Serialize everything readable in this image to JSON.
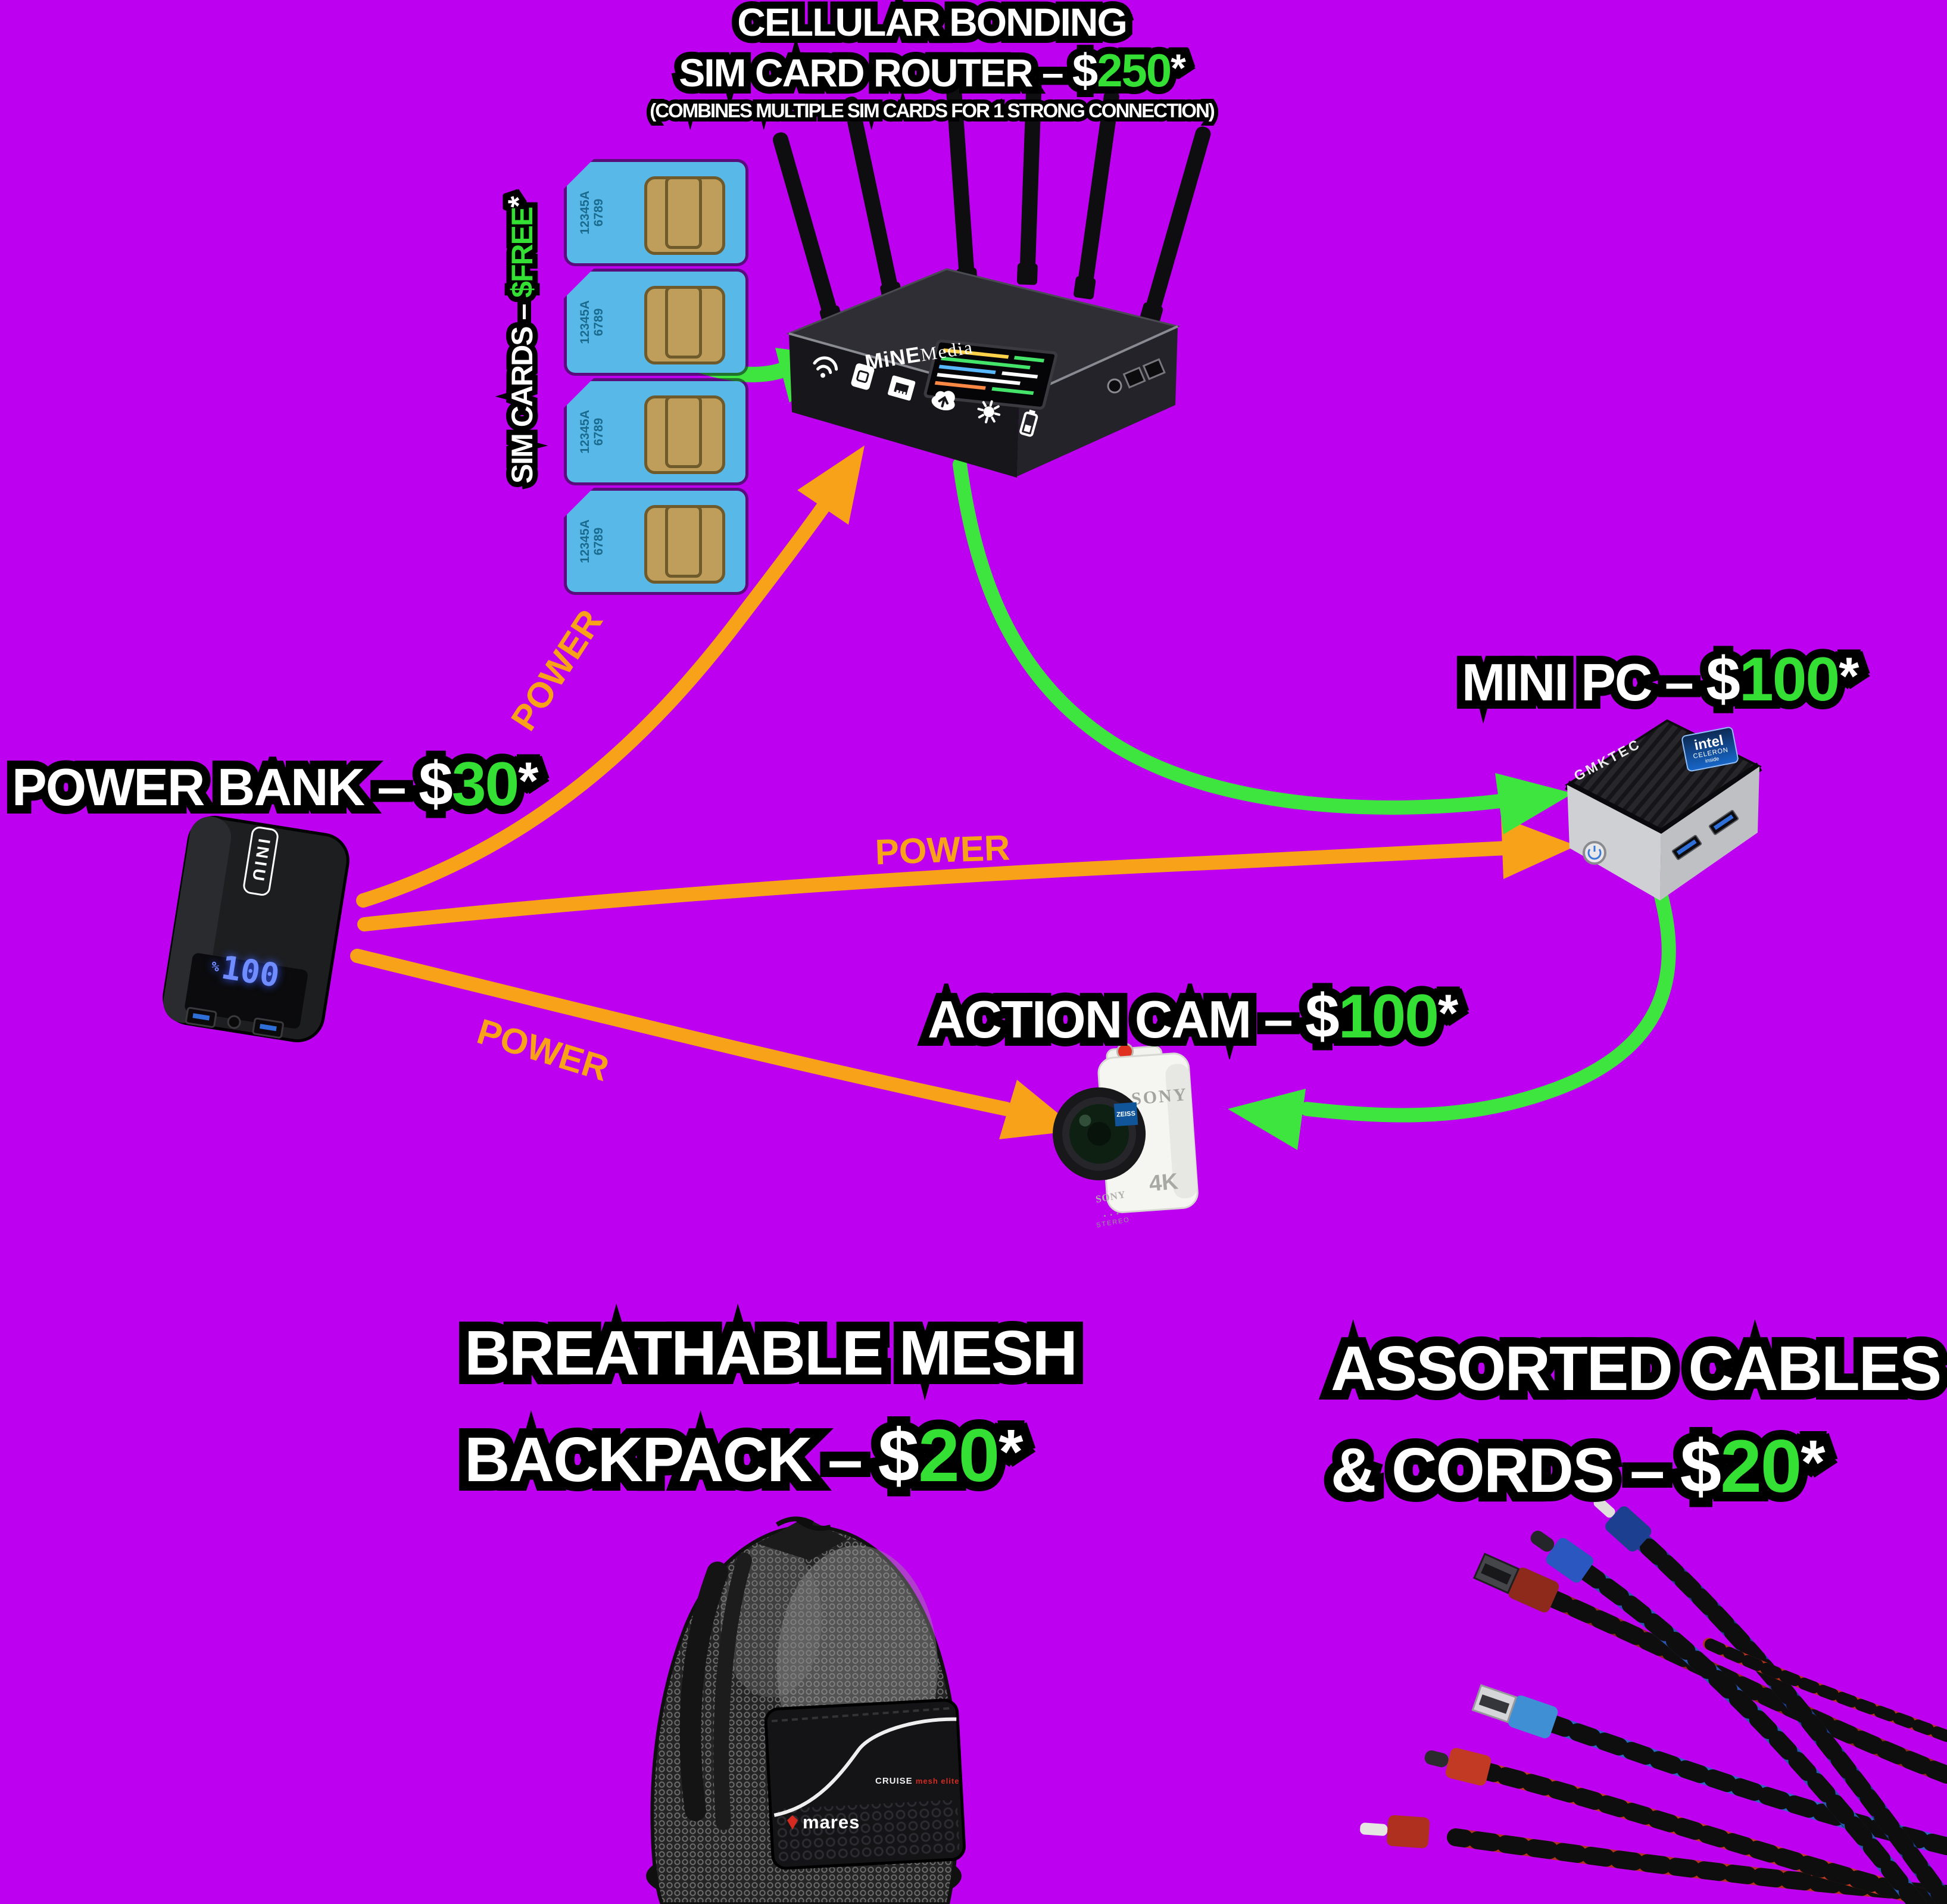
{
  "colors": {
    "background": "#bd00ef",
    "price_green": "#34e034",
    "arrow_green": "#3fe53f",
    "arrow_orange": "#f7a218",
    "sim_blue": "#58b9e9"
  },
  "header": {
    "line1": "CELLULAR BONDING",
    "line2_prefix": "SIM CARD ROUTER – ",
    "currency": "$",
    "price": "250",
    "star": "*",
    "subtitle": "(COMBINES MULTIPLE SIM CARDS FOR 1 STRONG CONNECTION)"
  },
  "router": {
    "brand_bold": "MiNE",
    "brand_rest": "Media"
  },
  "sim": {
    "label_prefix": "SIM CARDS – ",
    "price": "$FREE",
    "star": "*",
    "card_line1": "12345A",
    "card_line2": "6789"
  },
  "power_bank": {
    "label_prefix": "POWER BANK – ",
    "currency": "$",
    "price": "30",
    "star": "*",
    "brand": "INIU",
    "display_unit": "%",
    "display_value": "100"
  },
  "mini_pc": {
    "label_prefix": "MINI PC – ",
    "currency": "$",
    "price": "100",
    "star": "*",
    "brand": "GMKTEC",
    "badge_brand": "intel",
    "badge_cpu": "CELERON",
    "badge_sub": "inside"
  },
  "action_cam": {
    "label_prefix": "ACTION CAM – ",
    "currency": "$",
    "price": "100",
    "star": "*",
    "brand_side": "SONY",
    "resolution": "4K",
    "lens_badge": "ZEISS",
    "brand_front": "SONY",
    "mic_dots": "• • •",
    "mic_label": "STEREO"
  },
  "backpack": {
    "label_line1": "BREATHABLE MESH",
    "label_line2_prefix": "BACKPACK – ",
    "currency": "$",
    "price": "20",
    "star": "*",
    "pocket_brand": "mares",
    "pocket_series": "CRUISE",
    "pocket_series_accent": "mesh elite"
  },
  "cables": {
    "label_line1": "ASSORTED CABLES",
    "label_line2_prefix": "& CORDS – ",
    "currency": "$",
    "price": "20",
    "star": "*"
  },
  "connections": {
    "power_label": "POWER"
  }
}
